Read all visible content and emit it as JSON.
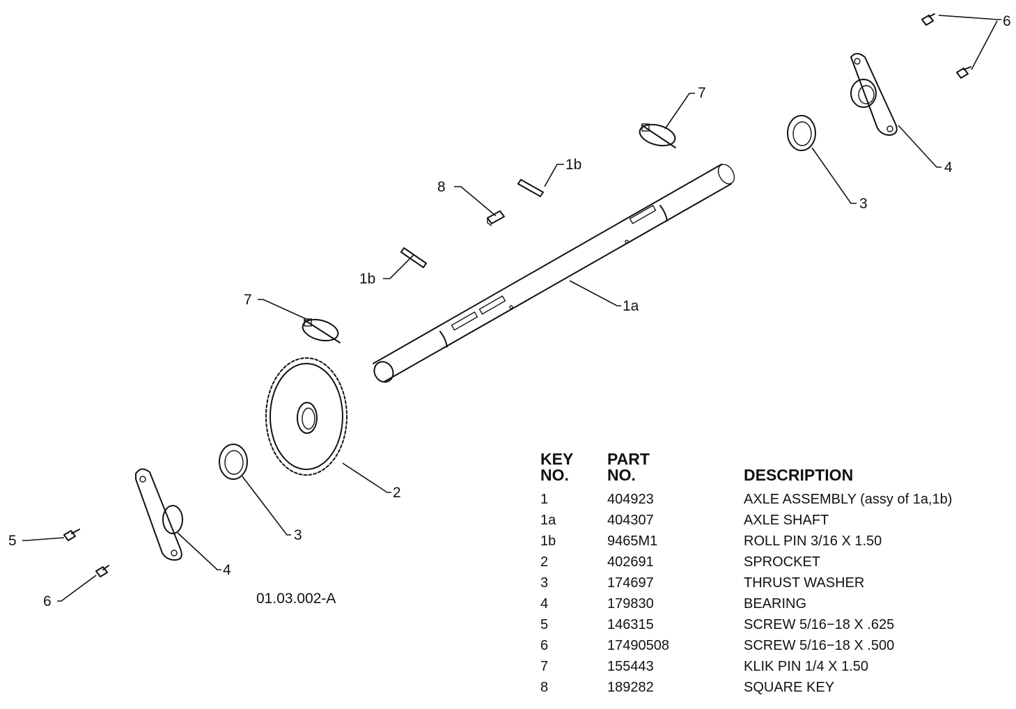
{
  "callouts": {
    "c6_top": "6",
    "c4_right": "4",
    "c3_right": "3",
    "c7_top": "7",
    "c1b_top": "1b",
    "c8": "8",
    "c1b_mid": "1b",
    "c7_left": "7",
    "c1a": "1a",
    "c2": "2",
    "c3_left": "3",
    "c5": "5",
    "c4_left": "4",
    "c6_left": "6"
  },
  "figure_code": "01.03.002-A",
  "table": {
    "headers": [
      [
        "KEY",
        "NO."
      ],
      [
        "PART",
        "NO."
      ],
      [
        "",
        "DESCRIPTION"
      ]
    ],
    "rows": [
      [
        "1",
        "404923",
        "AXLE ASSEMBLY (assy of 1a,1b)"
      ],
      [
        "1a",
        "404307",
        "AXLE SHAFT"
      ],
      [
        "1b",
        "9465M1",
        "ROLL PIN 3/16 X 1.50"
      ],
      [
        "2",
        "402691",
        "SPROCKET"
      ],
      [
        "3",
        "174697",
        "THRUST WASHER"
      ],
      [
        "4",
        "179830",
        "BEARING"
      ],
      [
        "5",
        "146315",
        "SCREW 5/16−18 X .625"
      ],
      [
        "6",
        "17490508",
        "SCREW 5/16−18 X .500"
      ],
      [
        "7",
        "155443",
        "KLIK PIN 1/4 X 1.50"
      ],
      [
        "8",
        "189282",
        "SQUARE KEY"
      ]
    ]
  }
}
